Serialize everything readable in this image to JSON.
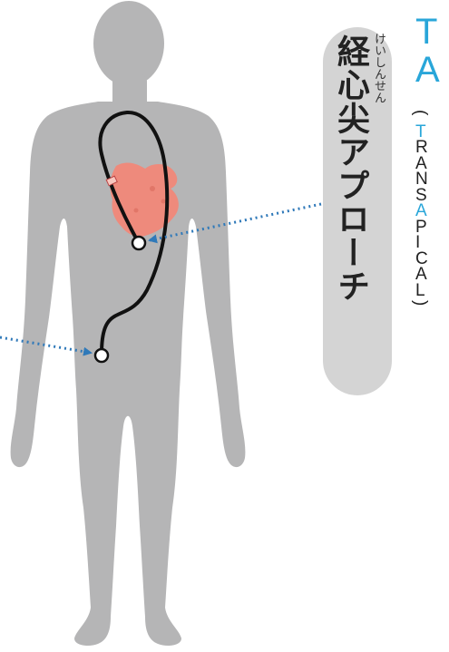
{
  "label": {
    "title": "経心尖アプローチ",
    "ruby": "けいしんせん"
  },
  "acronym": {
    "top_letters": [
      "T",
      "A"
    ],
    "open_paren": "(",
    "close_paren": ")",
    "letters": [
      {
        "char": "T",
        "highlight": true
      },
      {
        "char": "R",
        "highlight": false
      },
      {
        "char": "A",
        "highlight": false
      },
      {
        "char": "N",
        "highlight": false
      },
      {
        "char": "S",
        "highlight": false
      },
      {
        "char": "A",
        "highlight": true
      },
      {
        "char": "P",
        "highlight": false
      },
      {
        "char": "I",
        "highlight": false
      },
      {
        "char": "C",
        "highlight": false
      },
      {
        "char": "A",
        "highlight": false
      },
      {
        "char": "L",
        "highlight": false
      }
    ]
  },
  "colors": {
    "body": "#b5b5b6",
    "heart": "#ee8a7c",
    "catheter": "#111111",
    "arrow": "#2f79b9",
    "accent": "#29a6d9",
    "pill": "#d4d4d4"
  },
  "icons": [
    "human-body-silhouette",
    "heart-shape",
    "catheter-path",
    "entry-point-marker",
    "dotted-arrow"
  ]
}
